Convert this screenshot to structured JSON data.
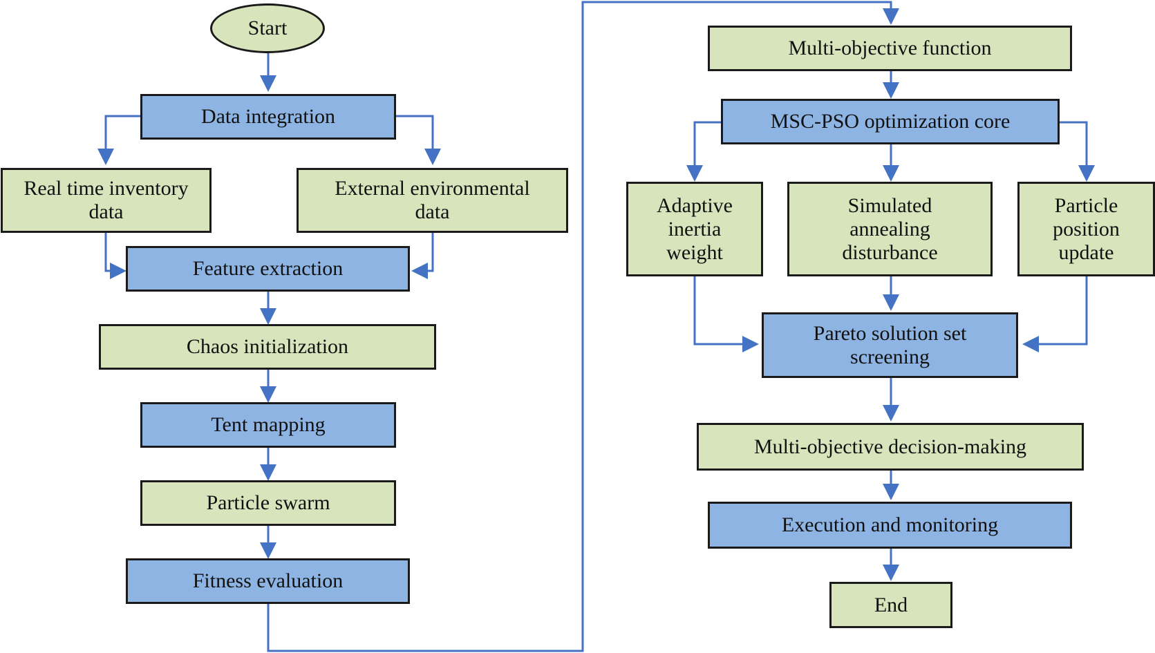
{
  "colors": {
    "green_fill": "#d8e4bc",
    "blue_fill": "#8db4e2",
    "border": "#1a1a1a",
    "arrow": "#4472c4"
  },
  "nodes": {
    "start": "Start",
    "data_integration": "Data integration",
    "realtime_inventory": "Real time inventory\ndata",
    "external_env": "External environmental\ndata",
    "feature_extraction": "Feature extraction",
    "chaos_init": "Chaos initialization",
    "tent_mapping": "Tent mapping",
    "particle_swarm": "Particle swarm",
    "fitness_eval": "Fitness evaluation",
    "multi_obj_function": "Multi-objective function",
    "msc_pso_core": "MSC-PSO optimization core",
    "adaptive_inertia": "Adaptive\ninertia\nweight",
    "simulated_annealing": "Simulated\nannealing\ndisturbance",
    "particle_position": "Particle\nposition\nupdate",
    "pareto_screening": "Pareto solution set\nscreening",
    "multi_obj_decision": "Multi-objective decision-making",
    "execution_monitoring": "Execution and monitoring",
    "end": "End"
  }
}
